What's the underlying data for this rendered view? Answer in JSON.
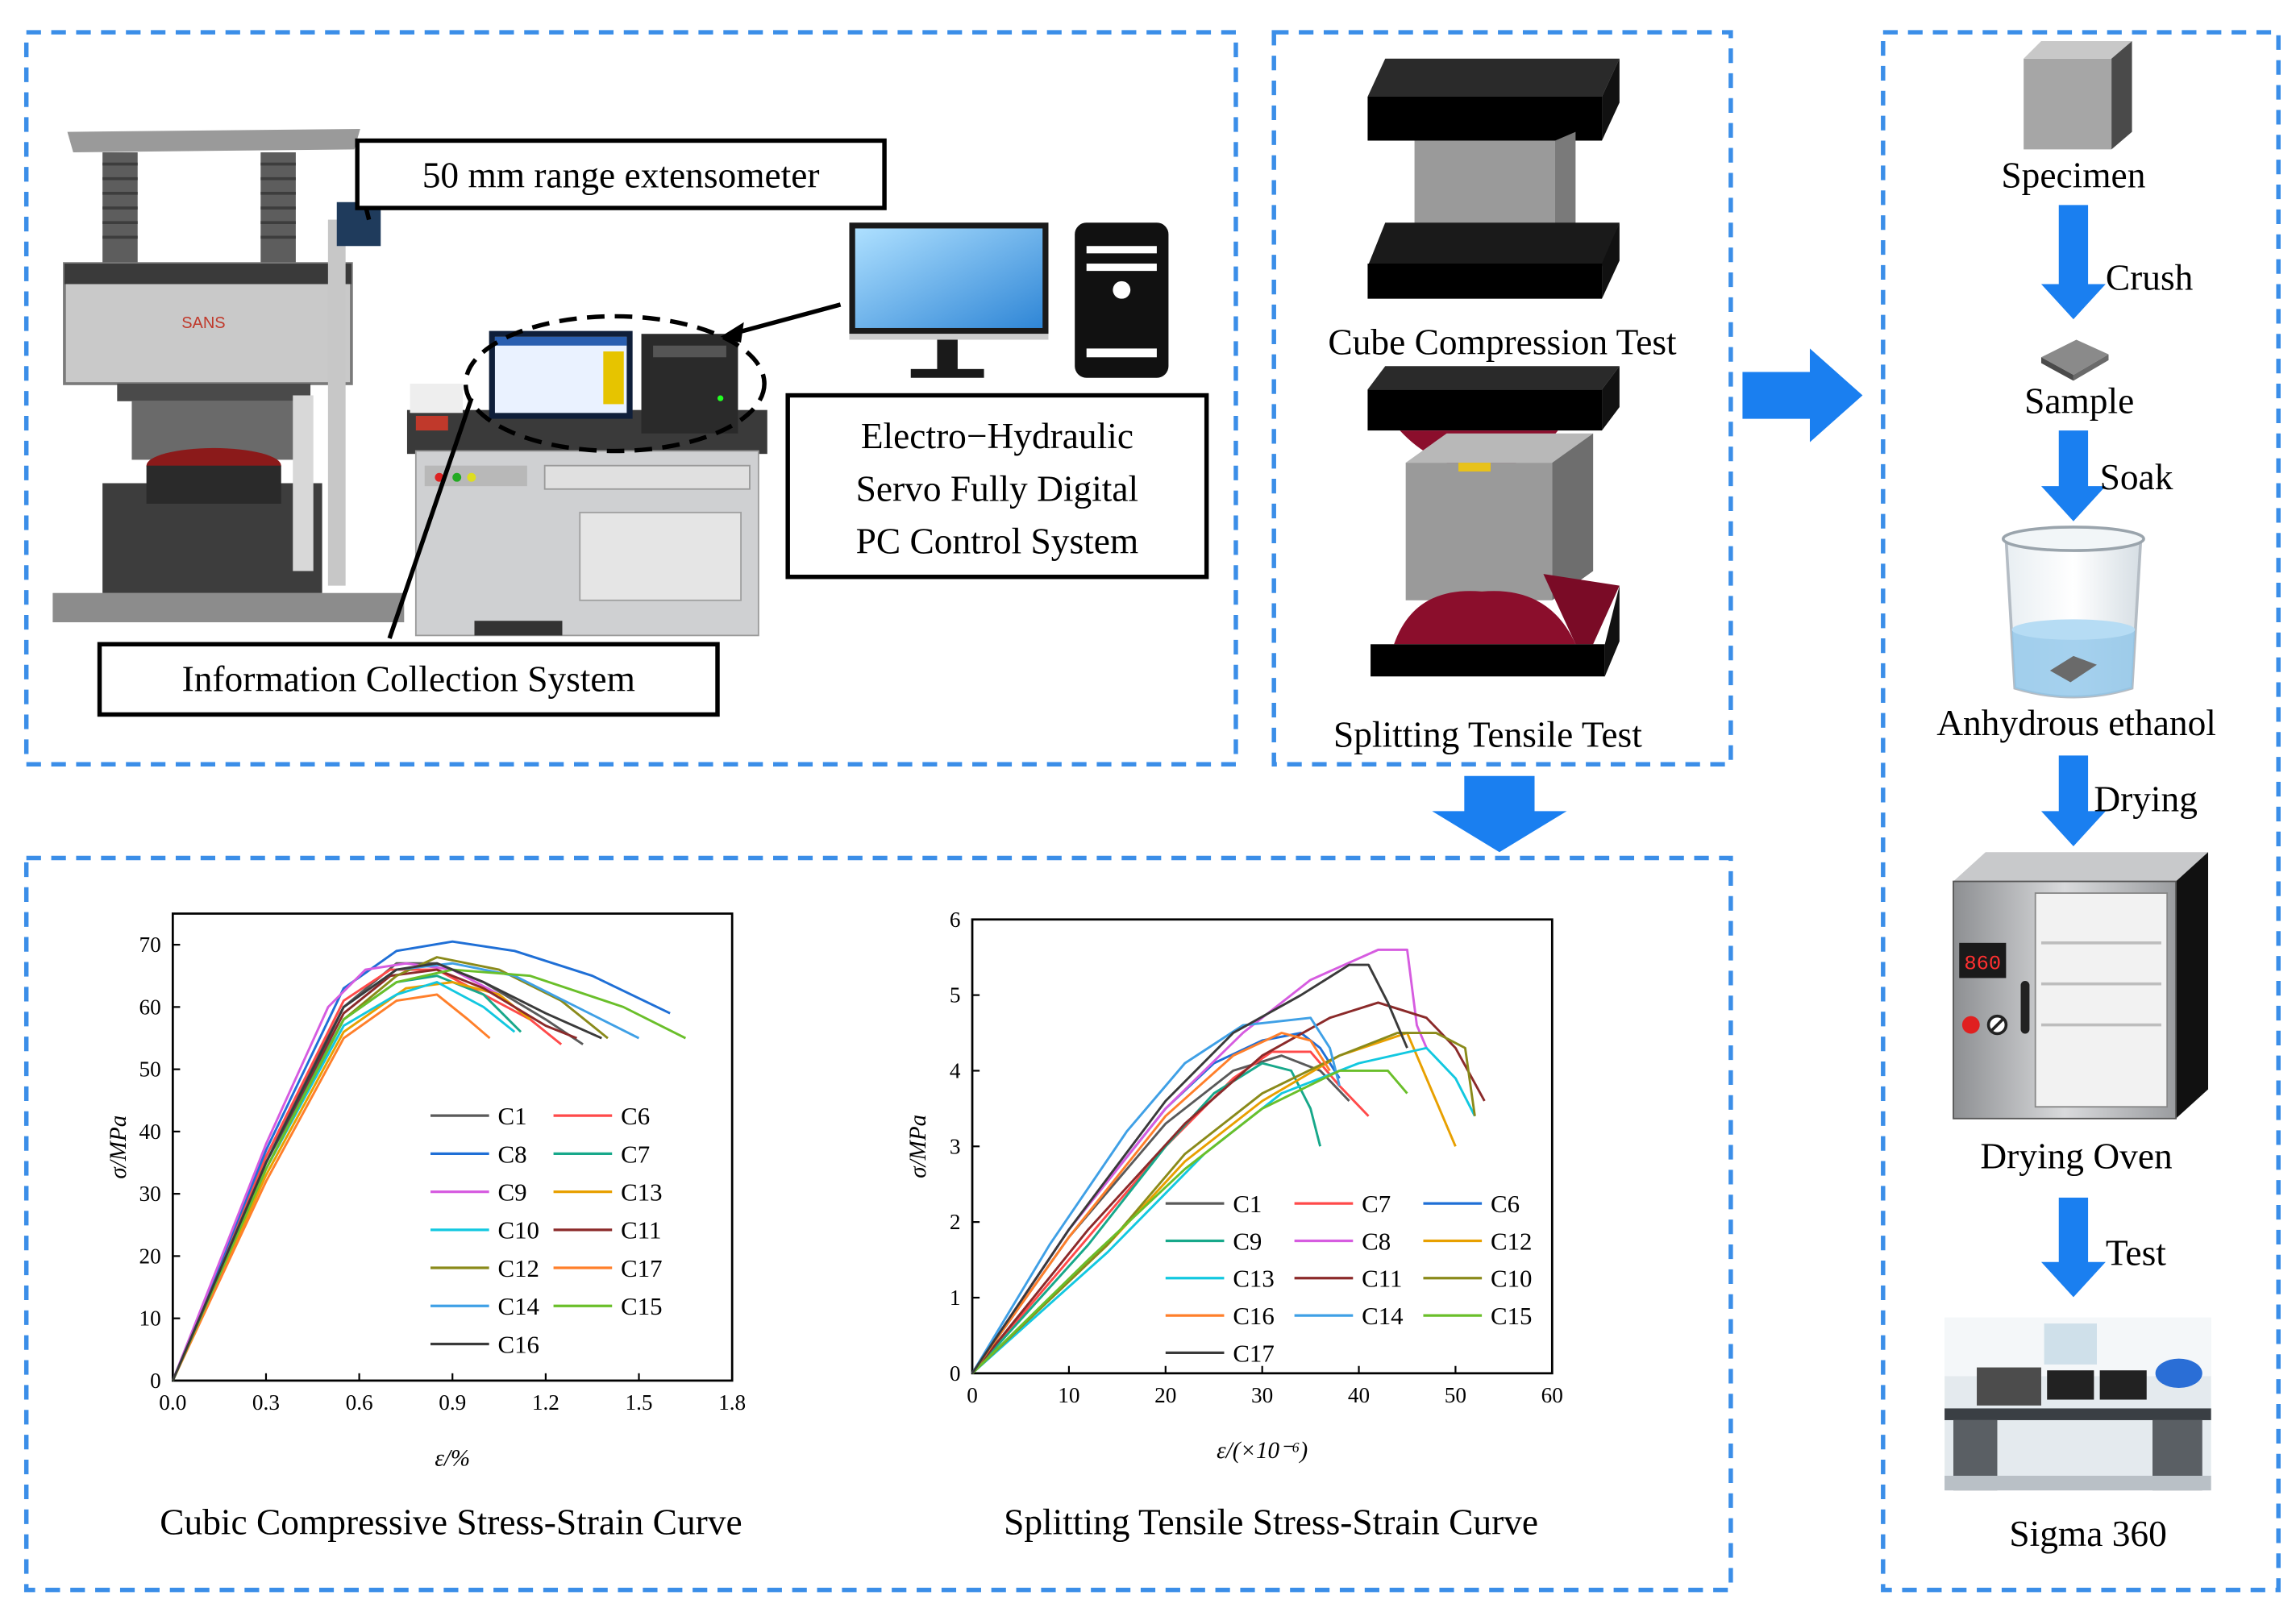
{
  "colors": {
    "panel_border": "#3b8ee8",
    "arrow_blue": "#1a7ff0",
    "press_black": "#000000",
    "cube_gray": "#a6a6a6",
    "loading_red": "#8b0e2c",
    "strip_yellow": "#e8c21a"
  },
  "equipment_panel": {
    "extensometer_label": "50 mm range extensometer",
    "control_system_label": [
      "Electro−Hydraulic",
      "Servo Fully Digital",
      "PC Control System"
    ],
    "info_system_label": "Information Collection System",
    "machine_brand": "SANS",
    "icons": [
      "testing-machine-photo",
      "monitor-icon",
      "computer-tower-icon"
    ]
  },
  "tests_panel": {
    "cube_test_label": "Cube Compression Test",
    "splitting_test_label": "Splitting Tensile Test"
  },
  "micro_panel": {
    "steps": [
      {
        "label": "Specimen",
        "icon": "specimen-cube-icon"
      },
      {
        "label": "Sample",
        "icon": "sample-chip-icon"
      },
      {
        "label": "Anhydrous ethanol",
        "icon": "beaker-icon"
      },
      {
        "label": "Drying Oven",
        "icon": "oven-icon"
      },
      {
        "label": "Sigma 360",
        "icon": "sem-lab-photo"
      }
    ],
    "arrow_labels": [
      "Crush",
      "Soak",
      "Drying",
      "Test"
    ],
    "oven_display": "860"
  },
  "charts_panel": {
    "compression_caption": "Cubic Compressive Stress-Strain Curve",
    "tensile_caption": "Splitting Tensile Stress-Strain Curve"
  },
  "chart_data": [
    {
      "type": "line",
      "xlabel": "ε/%",
      "ylabel": "σ/MPa",
      "xlim": [
        0.0,
        1.8
      ],
      "ylim": [
        0,
        75
      ],
      "x_ticks": [
        "0.0",
        "0.3",
        "0.6",
        "0.9",
        "1.2",
        "1.5",
        "1.8"
      ],
      "y_ticks": [
        "0",
        "10",
        "20",
        "30",
        "40",
        "50",
        "60",
        "70"
      ],
      "legend_position": "bottom-right",
      "series": [
        {
          "name": "C1",
          "color": "#5a5a5a",
          "points": [
            [
              0,
              0
            ],
            [
              0.3,
              36
            ],
            [
              0.55,
              60
            ],
            [
              0.72,
              67
            ],
            [
              0.85,
              67
            ],
            [
              1.0,
              64
            ],
            [
              1.2,
              58
            ],
            [
              1.32,
              54
            ]
          ]
        },
        {
          "name": "C6",
          "color": "#ff4a4a",
          "points": [
            [
              0,
              0
            ],
            [
              0.3,
              36
            ],
            [
              0.55,
              61
            ],
            [
              0.7,
              66
            ],
            [
              0.85,
              66
            ],
            [
              1.0,
              62
            ],
            [
              1.15,
              58
            ],
            [
              1.25,
              54
            ]
          ]
        },
        {
          "name": "C8",
          "color": "#1f6fd6",
          "points": [
            [
              0,
              0
            ],
            [
              0.3,
              37
            ],
            [
              0.55,
              63
            ],
            [
              0.72,
              69
            ],
            [
              0.9,
              70.5
            ],
            [
              1.1,
              69
            ],
            [
              1.35,
              65
            ],
            [
              1.6,
              59
            ]
          ]
        },
        {
          "name": "C7",
          "color": "#17a88a",
          "points": [
            [
              0,
              0
            ],
            [
              0.3,
              35
            ],
            [
              0.55,
              58
            ],
            [
              0.72,
              64
            ],
            [
              0.85,
              65
            ],
            [
              1.0,
              62
            ],
            [
              1.12,
              56
            ]
          ]
        },
        {
          "name": "C9",
          "color": "#d65ce0",
          "points": [
            [
              0,
              0
            ],
            [
              0.3,
              38
            ],
            [
              0.5,
              60
            ],
            [
              0.62,
              66
            ],
            [
              0.75,
              67
            ],
            [
              0.9,
              66
            ],
            [
              1.05,
              62
            ]
          ]
        },
        {
          "name": "C13",
          "color": "#e8a000",
          "points": [
            [
              0,
              0
            ],
            [
              0.3,
              33
            ],
            [
              0.55,
              56
            ],
            [
              0.75,
              63
            ],
            [
              0.9,
              64
            ],
            [
              1.05,
              62
            ],
            [
              1.15,
              58
            ]
          ]
        },
        {
          "name": "C10",
          "color": "#12c8e0",
          "points": [
            [
              0,
              0
            ],
            [
              0.3,
              34
            ],
            [
              0.55,
              57
            ],
            [
              0.72,
              62
            ],
            [
              0.85,
              64
            ],
            [
              1.0,
              60
            ],
            [
              1.1,
              56
            ]
          ]
        },
        {
          "name": "C11",
          "color": "#8b2a2a",
          "points": [
            [
              0,
              0
            ],
            [
              0.3,
              35
            ],
            [
              0.55,
              59
            ],
            [
              0.7,
              65
            ],
            [
              0.85,
              66
            ],
            [
              1.0,
              63
            ],
            [
              1.2,
              57
            ],
            [
              1.3,
              55
            ]
          ]
        },
        {
          "name": "C12",
          "color": "#8a8a1a",
          "points": [
            [
              0,
              0
            ],
            [
              0.3,
              34
            ],
            [
              0.55,
              58
            ],
            [
              0.72,
              65
            ],
            [
              0.85,
              68
            ],
            [
              1.05,
              66
            ],
            [
              1.25,
              61
            ],
            [
              1.4,
              55
            ]
          ]
        },
        {
          "name": "C17",
          "color": "#ff7f2a",
          "points": [
            [
              0,
              0
            ],
            [
              0.3,
              32
            ],
            [
              0.55,
              55
            ],
            [
              0.72,
              61
            ],
            [
              0.85,
              62
            ],
            [
              0.95,
              58
            ],
            [
              1.02,
              55
            ]
          ]
        },
        {
          "name": "C14",
          "color": "#3fa0e6",
          "points": [
            [
              0,
              0
            ],
            [
              0.3,
              35
            ],
            [
              0.55,
              60
            ],
            [
              0.72,
              66
            ],
            [
              0.9,
              67
            ],
            [
              1.1,
              65
            ],
            [
              1.3,
              60
            ],
            [
              1.5,
              55
            ]
          ]
        },
        {
          "name": "C15",
          "color": "#6abf2a",
          "points": [
            [
              0,
              0
            ],
            [
              0.3,
              34
            ],
            [
              0.55,
              58
            ],
            [
              0.72,
              64
            ],
            [
              0.9,
              66
            ],
            [
              1.15,
              65
            ],
            [
              1.45,
              60
            ],
            [
              1.65,
              55
            ]
          ]
        },
        {
          "name": "C16",
          "color": "#3a3a3a",
          "points": [
            [
              0,
              0
            ],
            [
              0.3,
              35
            ],
            [
              0.55,
              60
            ],
            [
              0.72,
              66
            ],
            [
              0.85,
              67
            ],
            [
              1.0,
              64
            ],
            [
              1.2,
              59
            ],
            [
              1.38,
              55
            ]
          ]
        }
      ]
    },
    {
      "type": "line",
      "xlabel": "ε/(×10⁻⁶)",
      "ylabel": "σ/MPa",
      "xlim": [
        0,
        60
      ],
      "ylim": [
        0,
        6
      ],
      "x_ticks": [
        "0",
        "10",
        "20",
        "30",
        "40",
        "50",
        "60"
      ],
      "y_ticks": [
        "0",
        "1",
        "2",
        "3",
        "4",
        "5",
        "6"
      ],
      "legend_position": "bottom-right",
      "series": [
        {
          "name": "C1",
          "color": "#5a5a5a",
          "points": [
            [
              0,
              0
            ],
            [
              10,
              1.8
            ],
            [
              20,
              3.3
            ],
            [
              27,
              4.0
            ],
            [
              32,
              4.2
            ],
            [
              36,
              4.0
            ],
            [
              39,
              3.6
            ]
          ]
        },
        {
          "name": "C7",
          "color": "#ff4a4a",
          "points": [
            [
              0,
              0
            ],
            [
              12,
              1.8
            ],
            [
              20,
              3.0
            ],
            [
              27,
              3.9
            ],
            [
              31,
              4.25
            ],
            [
              35,
              4.25
            ],
            [
              38,
              3.8
            ],
            [
              41,
              3.4
            ]
          ]
        },
        {
          "name": "C6",
          "color": "#1f6fd6",
          "points": [
            [
              0,
              0
            ],
            [
              10,
              1.9
            ],
            [
              20,
              3.5
            ],
            [
              25,
              4.1
            ],
            [
              30,
              4.4
            ],
            [
              34,
              4.5
            ],
            [
              36,
              4.3
            ],
            [
              38,
              3.9
            ]
          ]
        },
        {
          "name": "C9",
          "color": "#17a88a",
          "points": [
            [
              0,
              0
            ],
            [
              12,
              1.7
            ],
            [
              20,
              3.0
            ],
            [
              25,
              3.7
            ],
            [
              30,
              4.1
            ],
            [
              33,
              4.0
            ],
            [
              35,
              3.5
            ],
            [
              36,
              3.0
            ]
          ]
        },
        {
          "name": "C8",
          "color": "#d65ce0",
          "points": [
            [
              0,
              0
            ],
            [
              10,
              1.9
            ],
            [
              20,
              3.5
            ],
            [
              28,
              4.5
            ],
            [
              35,
              5.2
            ],
            [
              42,
              5.6
            ],
            [
              45,
              5.6
            ],
            [
              46,
              4.6
            ],
            [
              47,
              4.3
            ]
          ]
        },
        {
          "name": "C12",
          "color": "#e8a000",
          "points": [
            [
              0,
              0
            ],
            [
              14,
              1.7
            ],
            [
              22,
              2.8
            ],
            [
              30,
              3.6
            ],
            [
              38,
              4.2
            ],
            [
              45,
              4.5
            ],
            [
              48,
              3.6
            ],
            [
              50,
              3.0
            ]
          ]
        },
        {
          "name": "C13",
          "color": "#12c8e0",
          "points": [
            [
              0,
              0
            ],
            [
              14,
              1.6
            ],
            [
              24,
              2.9
            ],
            [
              32,
              3.7
            ],
            [
              40,
              4.1
            ],
            [
              47,
              4.3
            ],
            [
              50,
              3.9
            ],
            [
              52,
              3.4
            ]
          ]
        },
        {
          "name": "C11",
          "color": "#8b2a2a",
          "points": [
            [
              0,
              0
            ],
            [
              12,
              1.9
            ],
            [
              22,
              3.3
            ],
            [
              30,
              4.2
            ],
            [
              37,
              4.7
            ],
            [
              42,
              4.9
            ],
            [
              47,
              4.7
            ],
            [
              50,
              4.3
            ],
            [
              53,
              3.6
            ]
          ]
        },
        {
          "name": "C10",
          "color": "#8a8a1a",
          "points": [
            [
              0,
              0
            ],
            [
              14,
              1.7
            ],
            [
              22,
              2.9
            ],
            [
              30,
              3.7
            ],
            [
              38,
              4.2
            ],
            [
              44,
              4.5
            ],
            [
              48,
              4.5
            ],
            [
              51,
              4.3
            ],
            [
              52,
              3.4
            ]
          ]
        },
        {
          "name": "C16",
          "color": "#ff7f2a",
          "points": [
            [
              0,
              0
            ],
            [
              10,
              1.8
            ],
            [
              20,
              3.4
            ],
            [
              27,
              4.2
            ],
            [
              32,
              4.5
            ],
            [
              35,
              4.4
            ],
            [
              37,
              4.0
            ]
          ]
        },
        {
          "name": "C14",
          "color": "#3fa0e6",
          "points": [
            [
              0,
              0
            ],
            [
              8,
              1.7
            ],
            [
              16,
              3.2
            ],
            [
              22,
              4.1
            ],
            [
              28,
              4.6
            ],
            [
              35,
              4.7
            ],
            [
              37,
              4.3
            ],
            [
              38,
              3.8
            ]
          ]
        },
        {
          "name": "C15",
          "color": "#6abf2a",
          "points": [
            [
              0,
              0
            ],
            [
              12,
              1.5
            ],
            [
              22,
              2.7
            ],
            [
              30,
              3.5
            ],
            [
              38,
              4.0
            ],
            [
              43,
              4.0
            ],
            [
              45,
              3.7
            ]
          ]
        },
        {
          "name": "C17",
          "color": "#3a3a3a",
          "points": [
            [
              0,
              0
            ],
            [
              10,
              1.9
            ],
            [
              20,
              3.6
            ],
            [
              27,
              4.5
            ],
            [
              34,
              5.0
            ],
            [
              39,
              5.4
            ],
            [
              41,
              5.4
            ],
            [
              43,
              4.9
            ],
            [
              45,
              4.3
            ]
          ]
        }
      ]
    }
  ]
}
